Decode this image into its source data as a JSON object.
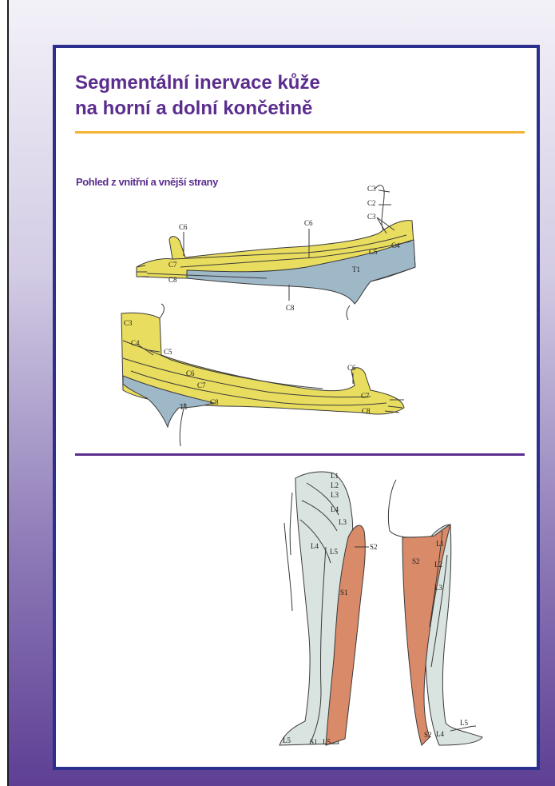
{
  "title": {
    "line1": "Segmentální inervace kůže",
    "line2": "na horní a dolní končetině"
  },
  "subtitle": "Pohled z vnitřní a vnější strany",
  "colors": {
    "frame": "#2d2f8e",
    "title": "#5b2d8e",
    "orange_rule": "#f2b233",
    "arm_yellow": "#e9dd5f",
    "arm_blue": "#9fb8c8",
    "leg_light": "#d9e3e0",
    "leg_orange": "#d98a68"
  },
  "arm_top_labels": [
    "C3",
    "C2",
    "C3",
    "C6",
    "C6",
    "C4",
    "C5",
    "C7",
    "T1",
    "C8",
    "C8"
  ],
  "arm_bottom_labels": [
    "C3",
    "C4",
    "C5",
    "C6",
    "C6",
    "C7",
    "C7",
    "C8",
    "C8",
    "T1"
  ],
  "leg_front_labels": [
    "L1",
    "L2",
    "L3",
    "L4",
    "L3",
    "L4",
    "L5",
    "S2",
    "S1",
    "L5",
    "S1",
    "L5"
  ],
  "leg_back_labels": [
    "L1",
    "S2",
    "L2",
    "L3",
    "L5",
    "S2",
    "L4"
  ]
}
